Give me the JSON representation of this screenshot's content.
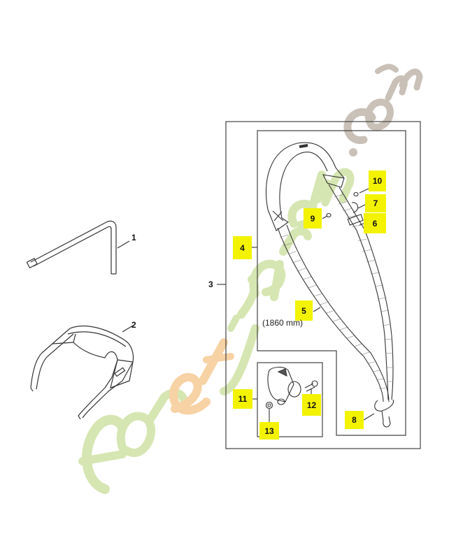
{
  "diagram": {
    "type": "exploded parts diagram",
    "subject": "Harness / shoulder strap kit with accessories",
    "watermark": {
      "text": "foretjardin.com",
      "colors": {
        "green": "#d6e6b2",
        "orange": "#f7d2a4",
        "grey": "#c9c1b7"
      }
    },
    "highlight_color": "#f3f300",
    "line_color": "#333333"
  },
  "parts": [
    {
      "number": "1",
      "name": "hex key / combination wrench",
      "highlighted": false
    },
    {
      "number": "2",
      "name": "safety glasses",
      "highlighted": false
    },
    {
      "number": "3",
      "name": "shoulder strap assembly (kit)",
      "highlighted": false
    },
    {
      "number": "4",
      "name": "shoulder strap",
      "highlighted": true
    },
    {
      "number": "5",
      "name": "strap webbing",
      "highlighted": true
    },
    {
      "number": "6",
      "name": "buckle",
      "highlighted": true
    },
    {
      "number": "7",
      "name": "ring",
      "highlighted": true
    },
    {
      "number": "8",
      "name": "carabiner hook",
      "highlighted": true
    },
    {
      "number": "9",
      "name": "screw",
      "highlighted": true
    },
    {
      "number": "10",
      "name": "nut",
      "highlighted": true
    },
    {
      "number": "11",
      "name": "carrying ring clamp",
      "highlighted": true
    },
    {
      "number": "12",
      "name": "screw",
      "highlighted": true
    },
    {
      "number": "13",
      "name": "nut",
      "highlighted": true
    }
  ],
  "labels": {
    "p1": "1",
    "p2": "2",
    "p3": "3",
    "p4": "4",
    "p5": "5",
    "p6": "6",
    "p7": "7",
    "p8": "8",
    "p9": "9",
    "p10": "10",
    "p11": "11",
    "p12": "12",
    "p13": "13",
    "strap_length": "(1860 mm)"
  }
}
